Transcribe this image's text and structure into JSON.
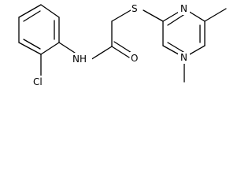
{
  "molecule": {
    "atoms": {
      "cl": "Cl",
      "nh": "NH",
      "o": "O",
      "s": "S",
      "n_upper": "N",
      "n_lower": "N"
    }
  }
}
